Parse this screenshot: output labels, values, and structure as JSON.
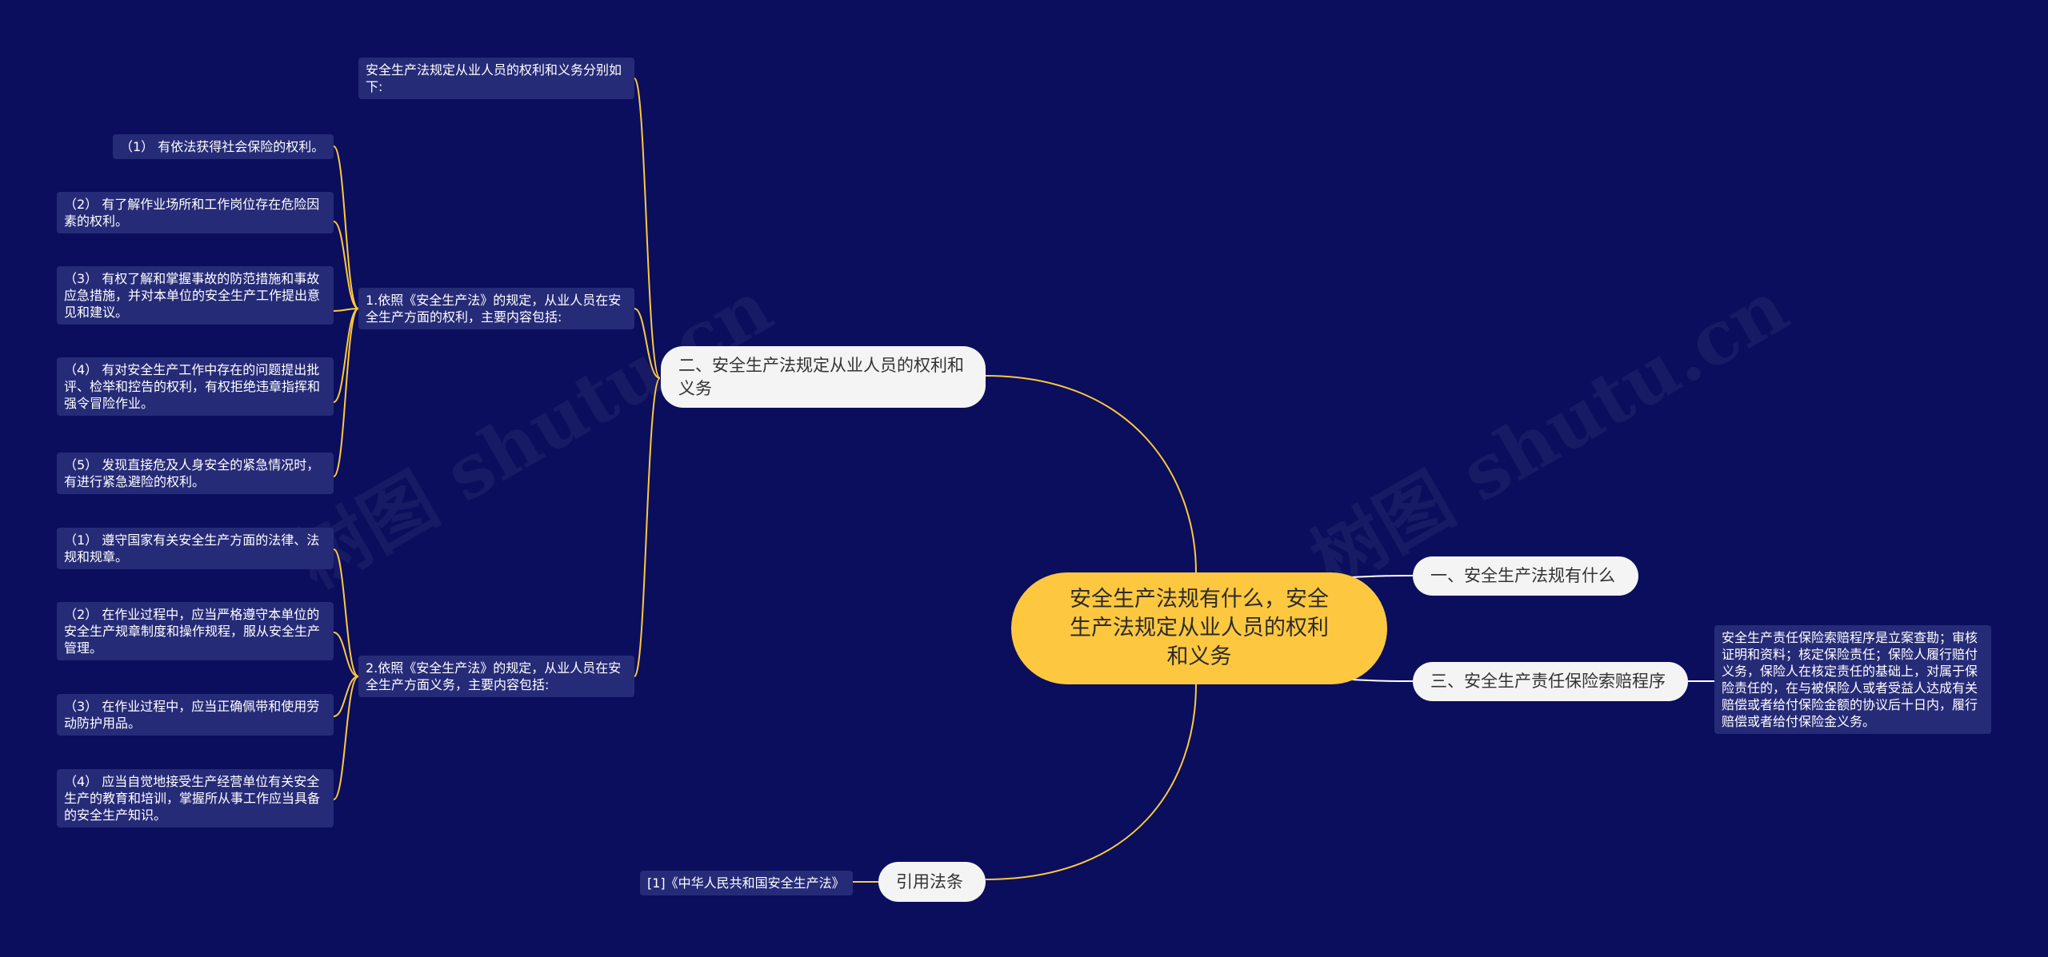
{
  "mindmap": {
    "root": "安全生产法规有什么，安全生产法规定从业人员的权利和义务",
    "branches": {
      "b1": "一、安全生产法规有什么",
      "b2": "二、安全生产法规定从业人员的权利和义务",
      "b3": "三、安全生产责任保险索赔程序",
      "b4": "引用法条"
    },
    "leaves": {
      "b2_intro": "安全生产法规定从业人员的权利和义务分别如下:",
      "b2_rights": "1.依照《安全生产法》的规定，从业人员在安全生产方面的权利，主要内容包括:",
      "b2_duties": "2.依照《安全生产法》的规定，从业人员在安全生产方面义务，主要内容包括:",
      "rights": [
        "（1） 有依法获得社会保险的权利。",
        "（2） 有了解作业场所和工作岗位存在危险因素的权利。",
        "（3） 有权了解和掌握事故的防范措施和事故应急措施，并对本单位的安全生产工作提出意见和建议。",
        "（4） 有对安全生产工作中存在的问题提出批评、检举和控告的权利，有权拒绝违章指挥和强令冒险作业。",
        "（5） 发现直接危及人身安全的紧急情况时，有进行紧急避险的权利。"
      ],
      "duties": [
        "（1） 遵守国家有关安全生产方面的法律、法规和规章。",
        "（2） 在作业过程中，应当严格遵守本单位的安全生产规章制度和操作规程，服从安全生产管理。",
        "（3） 在作业过程中，应当正确佩带和使用劳动防护用品。",
        "（4） 应当自觉地接受生产经营单位有关安全生产的教育和培训，掌握所从事工作应当具备的安全生产知识。"
      ],
      "b3_detail": "安全生产责任保险索赔程序是立案查勘；审核证明和资料；核定保险责任；保险人履行赔付义务，保险人在核定责任的基础上，对属于保险责任的，在与被保险人或者受益人达成有关赔偿或者给付保险金额的协议后十日内，履行赔偿或者给付保险金义务。",
      "b4_ref": "[1]《中华人民共和国安全生产法》"
    },
    "watermark": "树图 shutu.cn"
  },
  "colors": {
    "background": "#0b0e5c",
    "root": "#fdc840",
    "branch": "#f4f4f4",
    "leaf": "#262b78",
    "link": "#fdc840",
    "link_right": "#ffffff"
  }
}
